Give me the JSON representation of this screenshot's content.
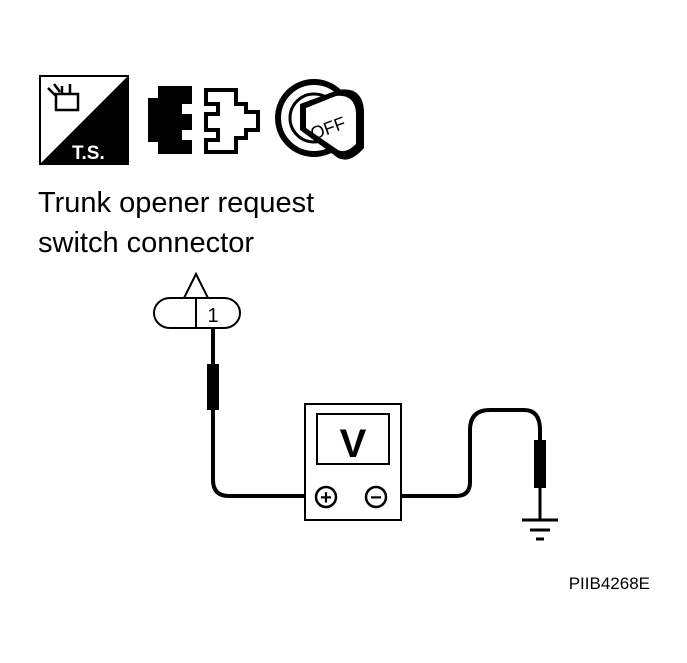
{
  "icons": {
    "ts_label": "T.S.",
    "ignition_label": "OFF"
  },
  "diagram": {
    "title_line1": "Trunk opener request",
    "title_line2": "switch connector",
    "terminal": "1",
    "meter_label": "V",
    "plus_symbol": "+",
    "minus_symbol": "−",
    "figure_id": "PIIB4268E"
  }
}
